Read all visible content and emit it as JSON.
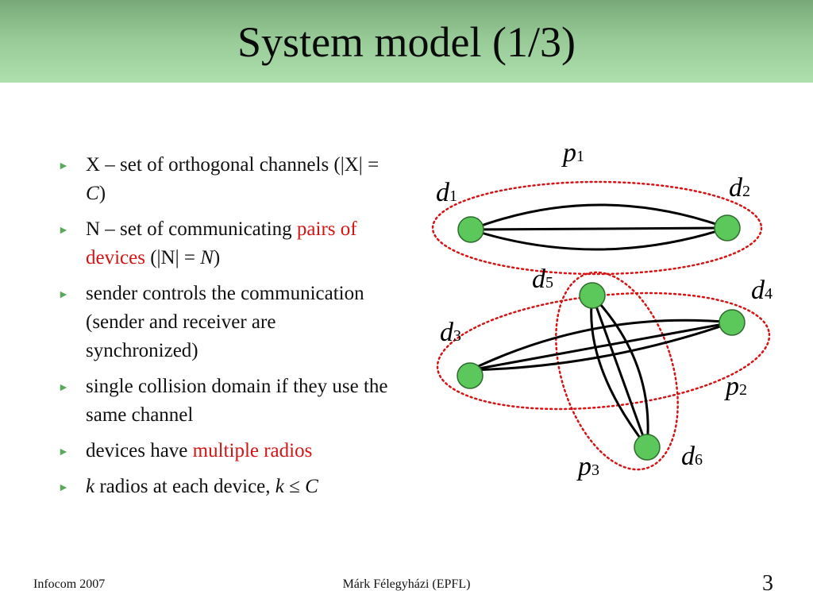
{
  "title": "System model (1/3)",
  "bullets": [
    {
      "parts": [
        "X – set of orthogonal channels (|X| = ",
        "C",
        ")"
      ]
    },
    {
      "parts": [
        "N – set of communicating ",
        "pairs of devices",
        " (|N| = ",
        "N",
        ")"
      ]
    },
    {
      "text": "sender controls the communication (sender and receiver are synchronized)"
    },
    {
      "text": "single collision domain if they use the same channel"
    },
    {
      "parts": [
        "devices have ",
        "multiple radios"
      ]
    },
    {
      "parts": [
        "k",
        " radios at each device, ",
        "k",
        " ≤ ",
        "C"
      ]
    }
  ],
  "diagram": {
    "devices": [
      {
        "name": "d",
        "index": "1"
      },
      {
        "name": "d",
        "index": "2"
      },
      {
        "name": "d",
        "index": "3"
      },
      {
        "name": "d",
        "index": "4"
      },
      {
        "name": "d",
        "index": "5"
      },
      {
        "name": "d",
        "index": "6"
      }
    ],
    "pairs": [
      {
        "name": "p",
        "index": "1"
      },
      {
        "name": "p",
        "index": "2"
      },
      {
        "name": "p",
        "index": "3"
      }
    ],
    "colors": {
      "node_fill": "#5cc85c",
      "node_stroke": "#2e6b2e",
      "pair_outline": "#d41414",
      "link": "#000000"
    }
  },
  "footer": {
    "left": "Infocom 2007",
    "center": "Márk Félegyházi (EPFL)",
    "page_number": "3"
  },
  "colors": {
    "title_bar": "#96c996",
    "highlight": "#d41414",
    "bullet_marker": "#5aa85a"
  }
}
